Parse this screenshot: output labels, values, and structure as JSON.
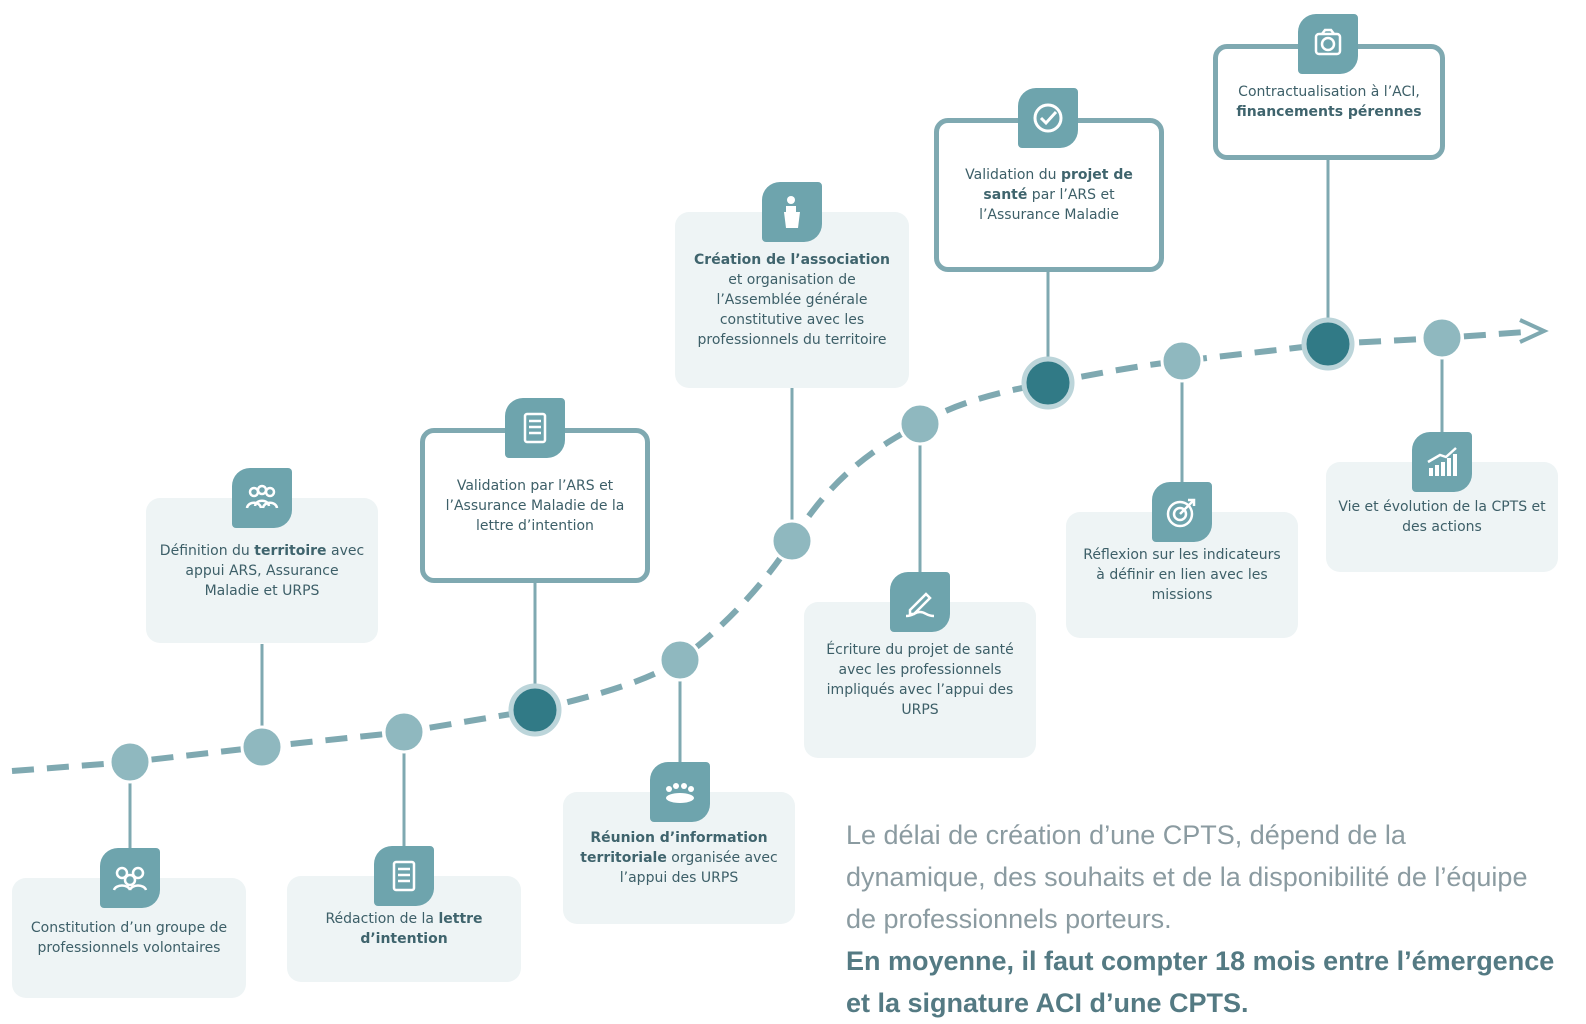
{
  "colors": {
    "dot_light": "#8fb8bf",
    "dot_dark": "#317a86",
    "line": "#7fa9b1",
    "tag": "#6ea4ad",
    "card_bg": "#eef4f5"
  },
  "steps": {
    "s1": {
      "icon": "group-people-icon",
      "text": "Constitution d’un groupe de professionnels volontaires"
    },
    "s2": {
      "icon": "people-icon",
      "pre": "Définition du ",
      "bold": "territoire",
      "post": " avec appui ARS, Assurance Maladie et URPS"
    },
    "s3": {
      "icon": "document-icon",
      "pre": "Rédaction de la ",
      "bold": "lettre d’intention"
    },
    "s4": {
      "icon": "document-icon",
      "text": "Validation par l’ARS et l’Assurance Maladie de la lettre d’intention"
    },
    "s5": {
      "icon": "meeting-icon",
      "bold": "Réunion d’information territoriale",
      "post": " organisée avec l’appui des URPS"
    },
    "s6": {
      "icon": "speaker-podium-icon",
      "bold": "Création de l’association",
      "post": " et organisation de l’Assemblée générale constitutive avec les professionnels du territoire"
    },
    "s7": {
      "icon": "pen-signature-icon",
      "text": "Écriture du projet de santé avec les professionnels impliqués avec l’appui des URPS"
    },
    "s8": {
      "icon": "check-badge-icon",
      "pre": "Validation du ",
      "bold": "projet de santé",
      "post": " par l’ARS et l’Assurance Maladie"
    },
    "s9": {
      "icon": "target-icon",
      "text": "Réflexion sur les indicateurs à définir en lien avec les missions"
    },
    "s10": {
      "icon": "contract-icon",
      "pre": "Contractualisation à l’ACI, ",
      "bold": "financements pérennes"
    },
    "s11": {
      "icon": "growth-chart-icon",
      "text": "Vie et évolution de la CPTS et des actions"
    }
  },
  "note": {
    "line1": "Le délai de création d’une CPTS, dépend de la",
    "line2": "dynamique, des souhaits et de la disponibilité de l’équipe",
    "line3": "de professionnels porteurs.",
    "line4": "En moyenne, il faut compter 18 mois entre l’émergence",
    "line5": "et la signature ACI d’une CPTS."
  }
}
